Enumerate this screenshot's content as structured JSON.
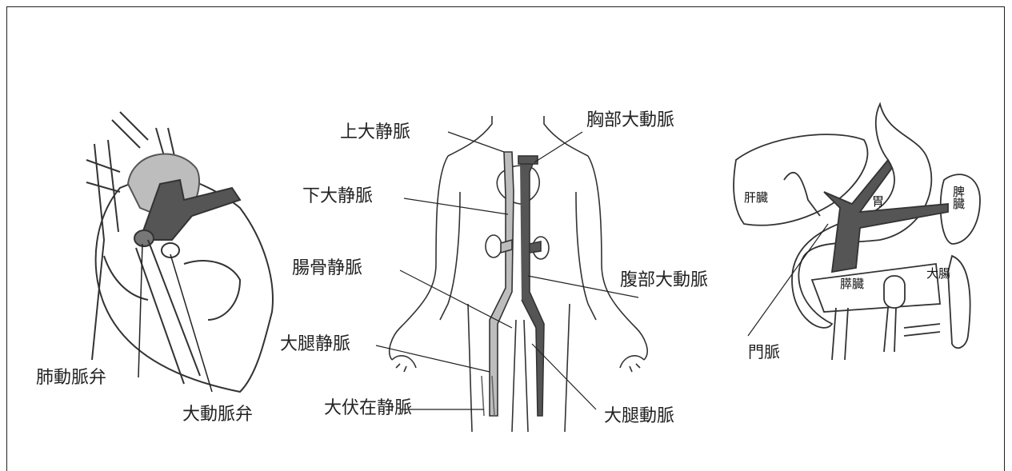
{
  "heart": {
    "pulmonary_valve": "肺動脈弁",
    "aortic_valve": "大動脈弁"
  },
  "body": {
    "superior_vena_cava": "上大静脈",
    "thoracic_aorta": "胸部大動脈",
    "inferior_vena_cava": "下大静脈",
    "common_iliac_vein": "腸骨静脈",
    "abdominal_aorta": "腹部大動脈",
    "femoral_vein": "大腿静脈",
    "great_saphenous_vein": "大伏在静脈",
    "femoral_artery": "大腿動脈"
  },
  "abdomen": {
    "liver": "肝臓",
    "stomach": "胃",
    "spleen": "脾臓",
    "pancreas": "膵臓",
    "large_intestine": "大腸",
    "portal_vein": "門脈"
  },
  "colors": {
    "line": "#333333",
    "dark_vessel": "#555555",
    "light_vessel": "#bdbdbd"
  }
}
